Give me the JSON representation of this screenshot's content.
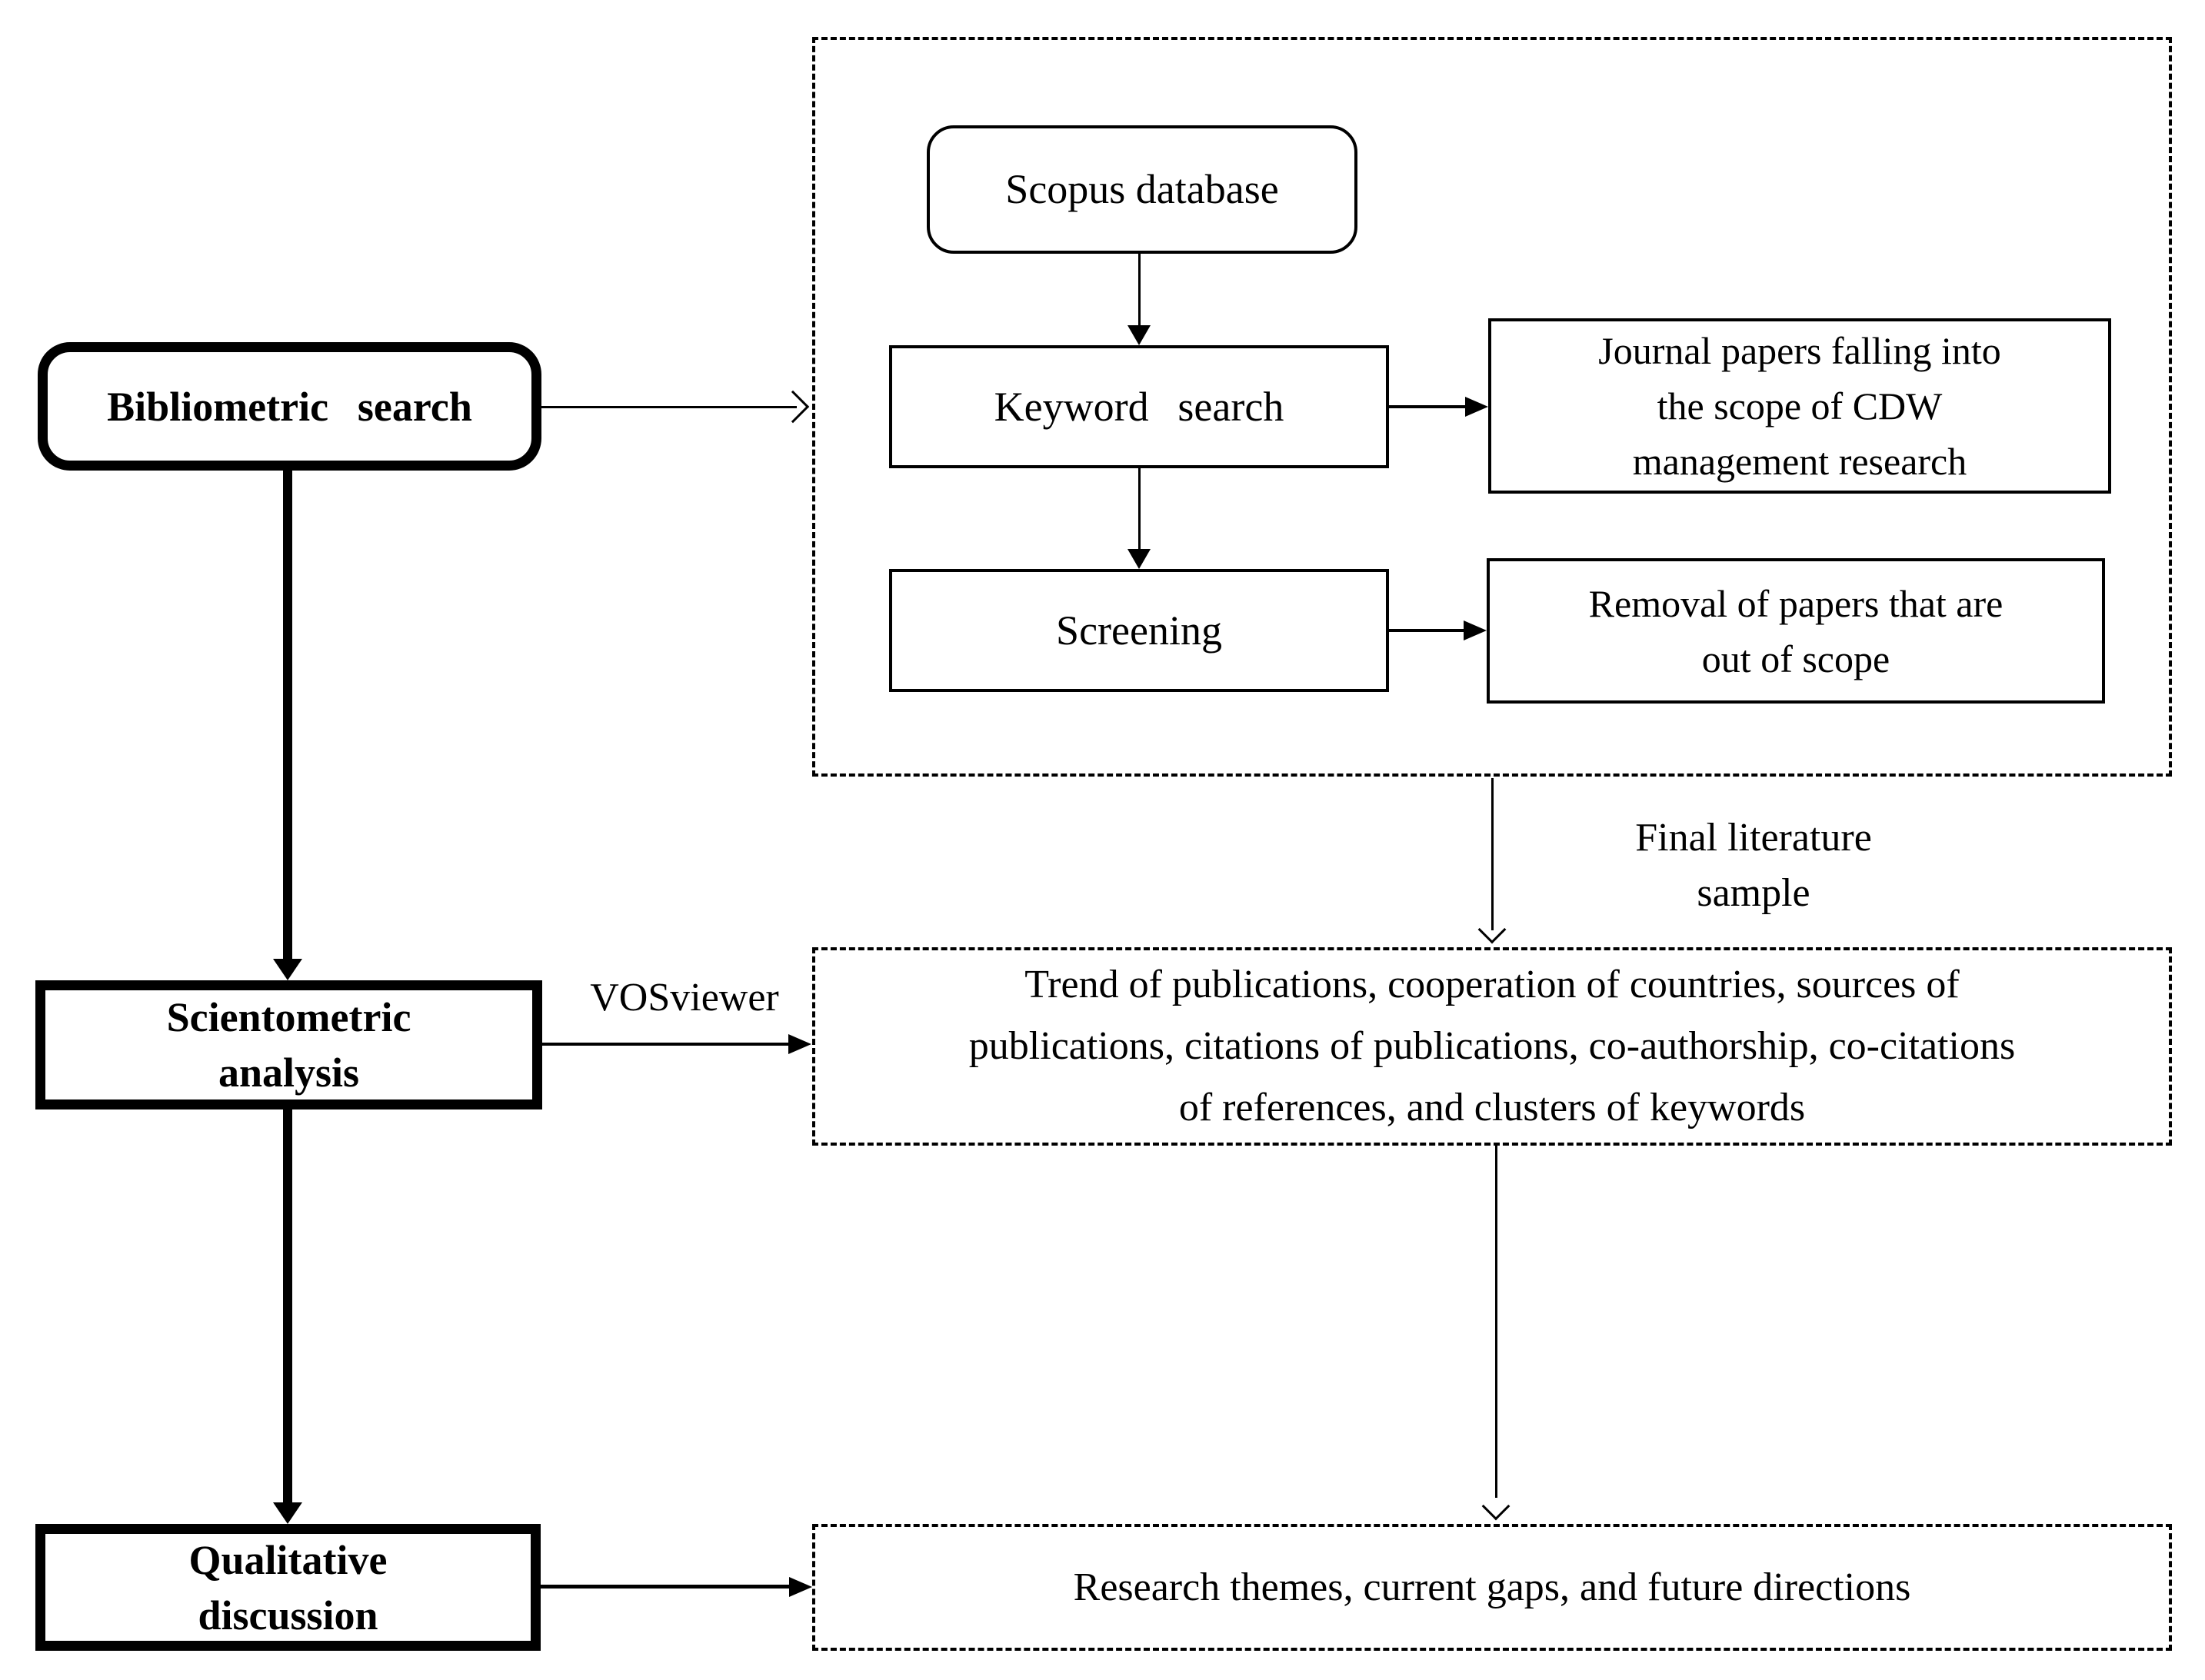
{
  "figure": {
    "colors": {
      "stroke": "#000000",
      "background": "#ffffff"
    },
    "stages": {
      "bibliometric": {
        "label": "Bibliometric search"
      },
      "scientometric": {
        "lines": [
          "Scientometric",
          "analysis"
        ]
      },
      "qualitative": {
        "lines": [
          "Qualitative",
          "discussion"
        ]
      }
    },
    "search_pipeline": {
      "scopus": {
        "label": "Scopus database"
      },
      "keyword_search": {
        "label": "Keyword search"
      },
      "screening": {
        "label": "Screening"
      },
      "journal_papers": {
        "lines": [
          "Journal papers falling into",
          "the scope of CDW",
          "management research"
        ]
      },
      "removal": {
        "lines": [
          "Removal of papers that are",
          "out of scope"
        ]
      }
    },
    "annotations": {
      "vosviewer": "VOSviewer",
      "final_literature": {
        "lines": [
          "Final literature",
          "sample"
        ]
      }
    },
    "scientometric_outputs": {
      "lines": [
        "Trend of publications, cooperation of countries, sources of",
        "publications, citations of publications, co-authorship, co-citations",
        "of references, and clusters of keywords"
      ]
    },
    "qualitative_outputs": {
      "label": "Research themes, current gaps, and future directions"
    }
  }
}
